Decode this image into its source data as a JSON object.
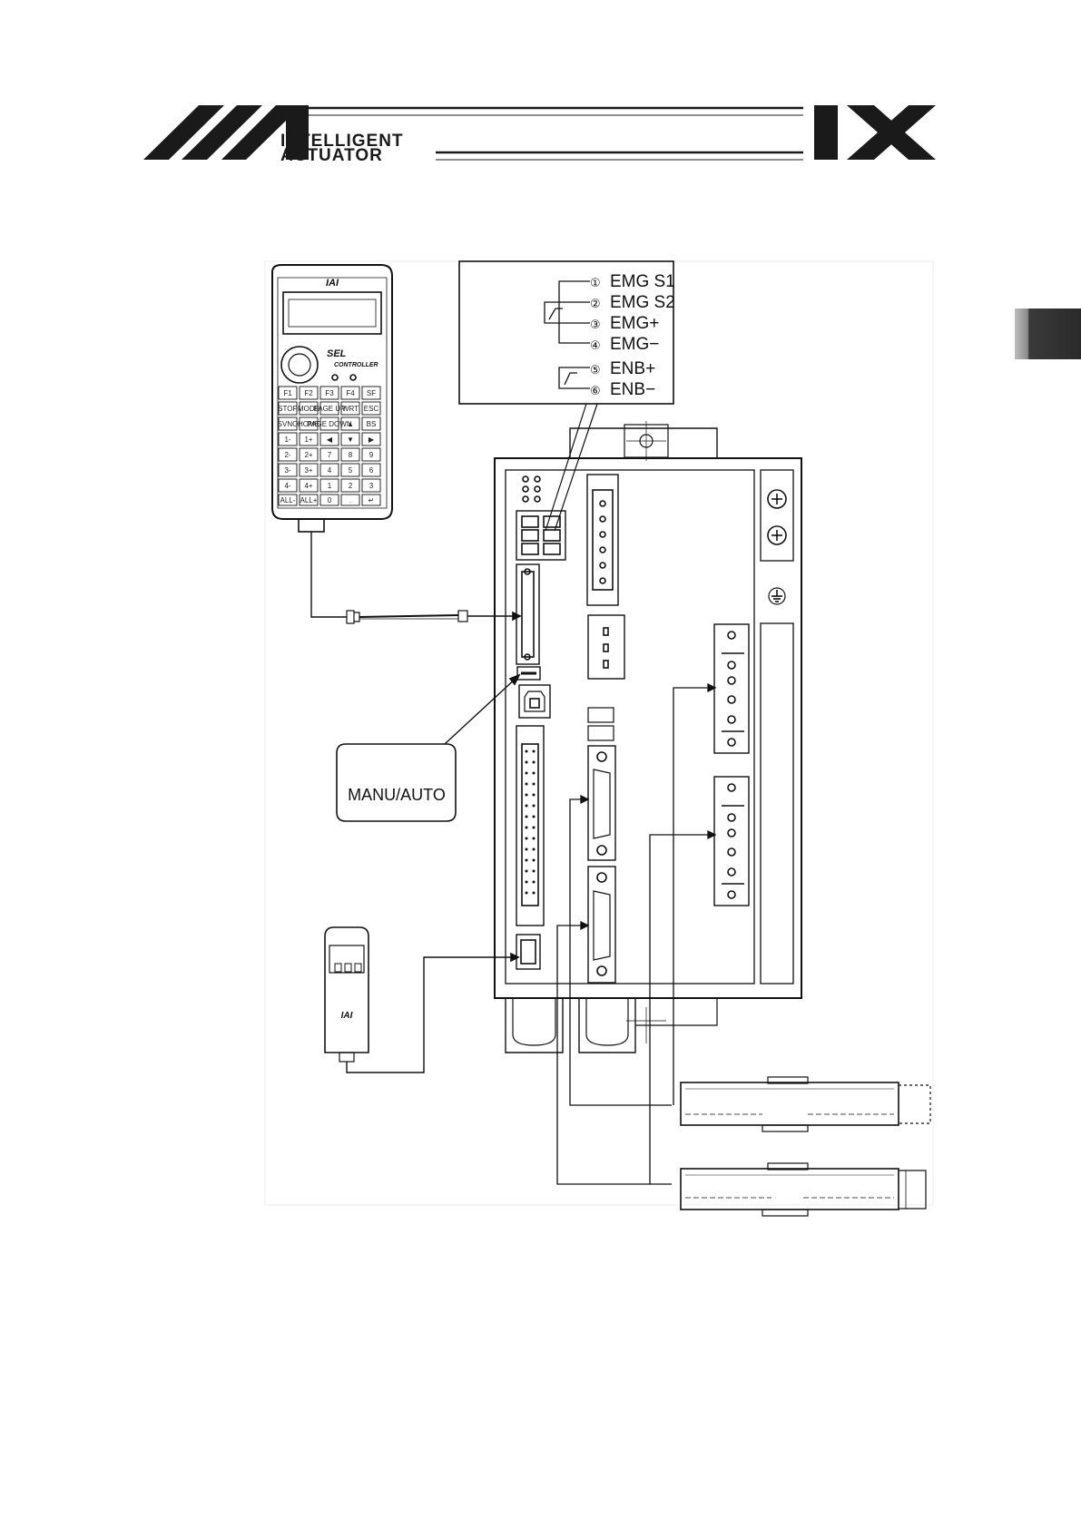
{
  "header": {
    "brand_line1": "INTELLIGENT",
    "brand_line2": "ACTUATOR",
    "model": "IX"
  },
  "teaching_pendant": {
    "brand": "IAI",
    "model_line1": "SEL",
    "model_line2": "CONTROLLER",
    "keys_row1": [
      "F1",
      "F2",
      "F3",
      "F4",
      "SF"
    ],
    "keys_row2": [
      "STOP",
      "MODE",
      "PAGE UP",
      "WRT",
      "ESC"
    ],
    "keys_row3": [
      "SVNO",
      "HOME",
      "PAGE DOWN",
      "▲",
      "BS"
    ],
    "keys_row4": [
      "1-",
      "1+",
      "◀",
      "▼",
      "▶"
    ],
    "keys_row5": [
      "2-",
      "2+",
      "7",
      "8",
      "9"
    ],
    "keys_row6": [
      "3-",
      "3+",
      "4",
      "5",
      "6"
    ],
    "keys_row7": [
      "4-",
      "4+",
      "1",
      "2",
      "3"
    ],
    "keys_row8": [
      "ALL-",
      "ALL+",
      "0",
      ".",
      "↵"
    ]
  },
  "emg_callout": {
    "terminals": [
      {
        "num": "①",
        "label": "EMG S1"
      },
      {
        "num": "②",
        "label": "EMG S2"
      },
      {
        "num": "③",
        "label": "EMG+"
      },
      {
        "num": "④",
        "label": "EMG−"
      },
      {
        "num": "⑤",
        "label": "ENB+"
      },
      {
        "num": "⑥",
        "label": "ENB−"
      }
    ]
  },
  "mode_switch": {
    "label": "MANU/AUTO"
  },
  "panel_unit": {
    "brand": "IAI"
  },
  "colors": {
    "line": "#111111",
    "tab_dark": "#2a2a2a",
    "tab_light": "#bdbdbd"
  }
}
